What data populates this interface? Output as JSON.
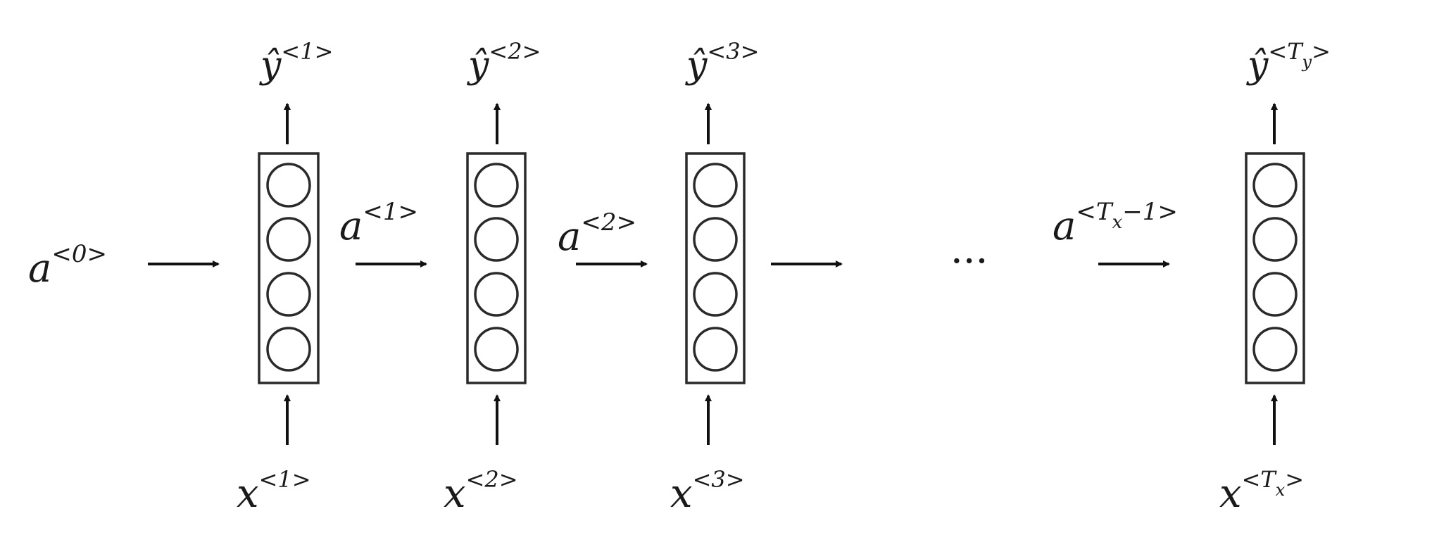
{
  "diagram": {
    "initial_activation": {
      "base": "a",
      "sup": "<0>"
    },
    "cells": [
      {
        "output": {
          "base": "ŷ",
          "sup": "<1>",
          "sub": ""
        },
        "input": {
          "base": "x",
          "sup": "<1>",
          "sub": ""
        },
        "activation_out": {
          "base": "a",
          "sup": "<1>",
          "sub": ""
        }
      },
      {
        "output": {
          "base": "ŷ",
          "sup": "<2>",
          "sub": ""
        },
        "input": {
          "base": "x",
          "sup": "<2>",
          "sub": ""
        },
        "activation_out": {
          "base": "a",
          "sup": "<2>",
          "sub": ""
        }
      },
      {
        "output": {
          "base": "ŷ",
          "sup": "<3>",
          "sub": ""
        },
        "input": {
          "base": "x",
          "sup": "<3>",
          "sub": ""
        },
        "activation_out": {
          "base": "",
          "sup": "",
          "sub": ""
        }
      },
      {
        "output": {
          "base": "ŷ",
          "sup_pre": "<T",
          "sub": "y",
          "sup_post": ">"
        },
        "input": {
          "base": "x",
          "sup_pre": "<T",
          "sub": "x",
          "sup_post": ">"
        },
        "activation_in": {
          "base": "a",
          "sup_pre": "<T",
          "sub": "x",
          "sup_post": "−1>"
        }
      }
    ],
    "ellipsis": "···",
    "units_per_cell": 4
  }
}
